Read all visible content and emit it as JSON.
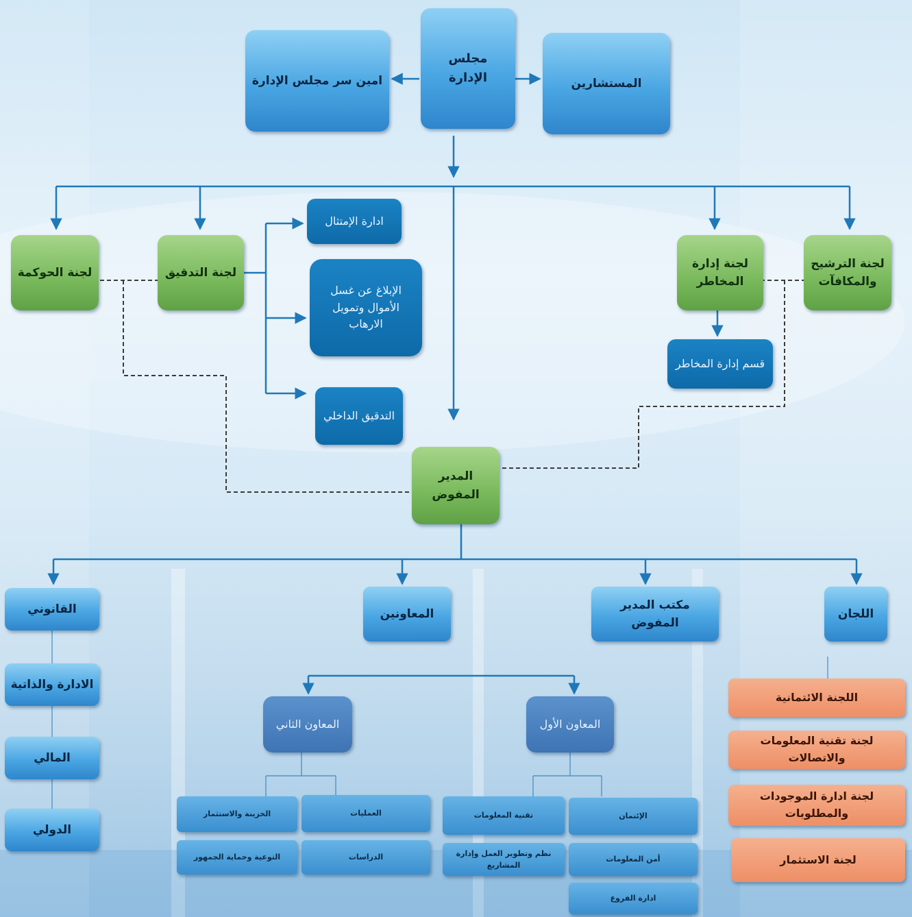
{
  "board": {
    "board": "مجلس الإدارة",
    "secretary": "امين سر مجلس الإدارة",
    "advisors": "المستشارين"
  },
  "committees": {
    "governance": "لجنة الحوكمة",
    "audit": "لجنة التدقيق",
    "risk": "لجنة إدارة المخاطر",
    "nomination": "لجنة الترشيح والمكافآت"
  },
  "audit_units": {
    "compliance": "ادارة الإمتثال",
    "aml": "الإبلاغ عن غسل الأموال وتمويل الارهاب",
    "internal_audit": "التدقيق الداخلي"
  },
  "risk_unit": "قسم إدارة المخاطر",
  "ceo": "المدير المفوض",
  "level2": {
    "legal": "القانوني",
    "assistants": "المعاونين",
    "ceo_office": "مكتب المدير المفوض",
    "committees": "اللجان"
  },
  "legal_units": [
    "الادارة والذاتية",
    "المالي",
    "الدولي"
  ],
  "assistant_2": {
    "title": "المعاون الثاني",
    "units": [
      "الخزينة والاستثمار",
      "العمليات",
      "التوعية وحماية الجمهور",
      "الدراسات"
    ]
  },
  "assistant_1": {
    "title": "المعاون الأول",
    "units": [
      "تقنية المعلومات",
      "الإئتمان",
      "نظم وتطوير العمل وإدارة المشاريع",
      "أمن المعلومات",
      "ادارة الفروع"
    ]
  },
  "sub_committees": [
    "اللجنة الائتمانية",
    "لجنة تقنية المعلومات والاتصالات",
    "لجنة ادارة الموجودات والمطلوبات",
    "لجنة الاستثمار"
  ],
  "colors": {
    "light_blue": "#4aa6e3",
    "dark_blue": "#0e6aa8",
    "green": "#79b95c",
    "orange": "#ee8f66",
    "slate": "#3e74b3",
    "line": "#1f78b8"
  }
}
